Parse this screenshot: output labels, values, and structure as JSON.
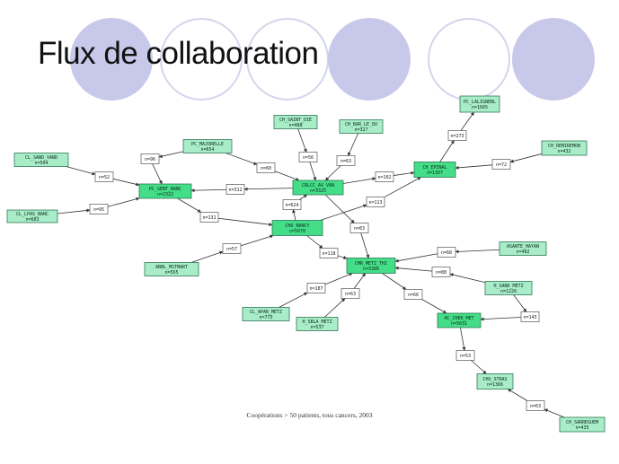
{
  "title": "Flux de collaboration",
  "caption": "Coopérations > 50 patients, tous cancers, 2003",
  "colors": {
    "node_fill": "#a8ecc8",
    "hub_fill": "#44dd88",
    "circle": "#c8c8ea"
  },
  "nodes": [
    {
      "id": "CL_SAND_VAND",
      "label": "CL_SAND_VAND",
      "n": "n=504"
    },
    {
      "id": "CL_LPAS_NANC",
      "label": "CL_LPAS_NANC",
      "n": "n=683"
    },
    {
      "id": "PC_GENT_NANC",
      "label": "PC_GENT_NANC",
      "n": "n=2322"
    },
    {
      "id": "PC_MAJORELLE",
      "label": "PC_MAJORELLE",
      "n": "n=654"
    },
    {
      "id": "ABBL_MSTMART",
      "label": "ABBL_MSTMART",
      "n": "n=565"
    },
    {
      "id": "CH_SAINT_DIE",
      "label": "CH_SAINT_DIE",
      "n": "n=488"
    },
    {
      "id": "CH_BAR_LE_DU",
      "label": "CH_BAR_LE_DU",
      "n": "n=327"
    },
    {
      "id": "CRLCC_AV_VAN",
      "label": "CRLCC_AV_VAN",
      "n": "n=3325"
    },
    {
      "id": "CHU_NANCY",
      "label": "CHU_NANCY",
      "n": "n=5078"
    },
    {
      "id": "PC_LALIGNEBL",
      "label": "PC_LALIGNEBL",
      "n": "n=1665"
    },
    {
      "id": "CH_EPINAL",
      "label": "CH_EPINAL",
      "n": "n=1307"
    },
    {
      "id": "CH_REMIREMON",
      "label": "CH_REMIREMON",
      "n": "n=432"
    },
    {
      "id": "CMR_METZ_THI",
      "label": "CMR_METZ_THI",
      "n": "n=3386"
    },
    {
      "id": "ASANTE_HAYAN",
      "label": "ASANTE_HAYAN",
      "n": "n=482"
    },
    {
      "id": "H_SAND_METZ",
      "label": "H_SAND_METZ",
      "n": "n=1226"
    },
    {
      "id": "CL_APAR_METZ",
      "label": "CL_APAR_METZ",
      "n": "n=773"
    },
    {
      "id": "H_SBLA_METZ",
      "label": "H_SBLA_METZ",
      "n": "n=537"
    },
    {
      "id": "HC_CHER_MET",
      "label": "HC_CHER_MET",
      "n": "n=5031"
    },
    {
      "id": "CHU_STRAS",
      "label": "CHU_STRAS",
      "n": "n=1366"
    },
    {
      "id": "CH_SARREGUEM",
      "label": "CH_SARREGUEM",
      "n": "n=435"
    }
  ],
  "flows": [
    {
      "id": "f52",
      "label": "n=52"
    },
    {
      "id": "f95",
      "label": "n=95"
    },
    {
      "id": "f96",
      "label": "n=96"
    },
    {
      "id": "f60",
      "label": "n=60"
    },
    {
      "id": "f56",
      "label": "n=56"
    },
    {
      "id": "f63a",
      "label": "n=63"
    },
    {
      "id": "f312",
      "label": "n=312"
    },
    {
      "id": "f624",
      "label": "n=624"
    },
    {
      "id": "f131",
      "label": "n=131"
    },
    {
      "id": "f57",
      "label": "n=57"
    },
    {
      "id": "f273",
      "label": "n=273"
    },
    {
      "id": "f72",
      "label": "n=72"
    },
    {
      "id": "f102",
      "label": "n=102"
    },
    {
      "id": "f113",
      "label": "n=113"
    },
    {
      "id": "f83",
      "label": "n=83"
    },
    {
      "id": "f118",
      "label": "n=118"
    },
    {
      "id": "f68",
      "label": "n=68"
    },
    {
      "id": "f88",
      "label": "n=88"
    },
    {
      "id": "f187",
      "label": "n=187"
    },
    {
      "id": "f63b",
      "label": "n=63"
    },
    {
      "id": "f66",
      "label": "n=66"
    },
    {
      "id": "f143",
      "label": "n=143"
    },
    {
      "id": "f53",
      "label": "n=53"
    },
    {
      "id": "f63c",
      "label": "n=63"
    }
  ]
}
